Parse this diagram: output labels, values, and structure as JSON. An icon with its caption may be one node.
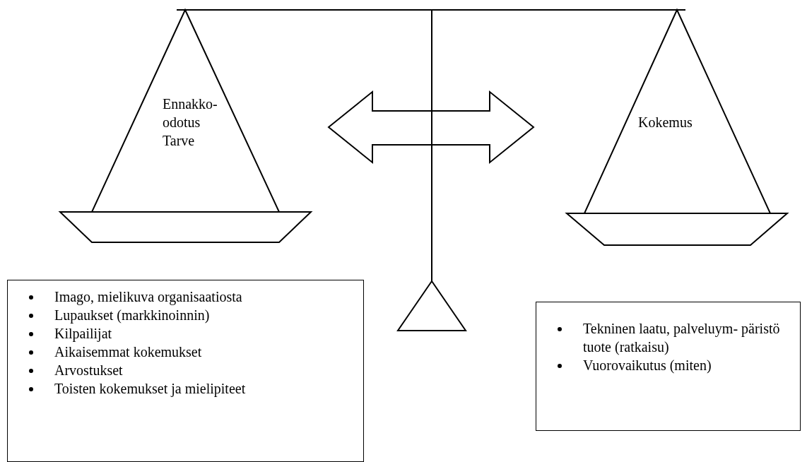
{
  "diagram": {
    "nodes": [
      {
        "text": [
          "Ennakko- odotus",
          "Tarve"
        ]
      },
      {
        "text": [
          "Kokemus"
        ]
      },
      {
        "text": [
          "Imago, mielikuva organisaatiosta",
          "Lupaukset (markkinoinnin)",
          "Kilpailijat",
          "Aikaisemmat kokemukset",
          "Arvostukset",
          "Toisten kokemukset ja mielipiteet"
        ]
      },
      {
        "text": [
          "Tekninen laatu, palveluym- päristö tuote (ratkaisu)",
          "Vuorovaikutus (miten)"
        ]
      }
    ],
    "edges": []
  }
}
